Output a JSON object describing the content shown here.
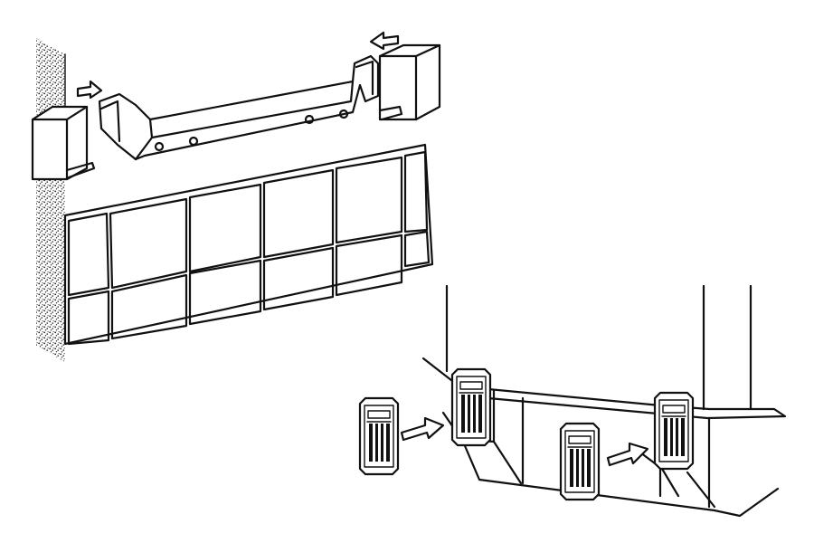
{
  "illustration": {
    "panels": [
      {
        "id": "top",
        "subject": "rail-bracket-mounting"
      },
      {
        "id": "bottom",
        "subject": "leg-clip-mounting"
      }
    ],
    "icons": {
      "arrow": "arrow-icon",
      "clip": "clip-icon"
    },
    "colors": {
      "ink": "#111111",
      "paper": "#ffffff"
    }
  }
}
